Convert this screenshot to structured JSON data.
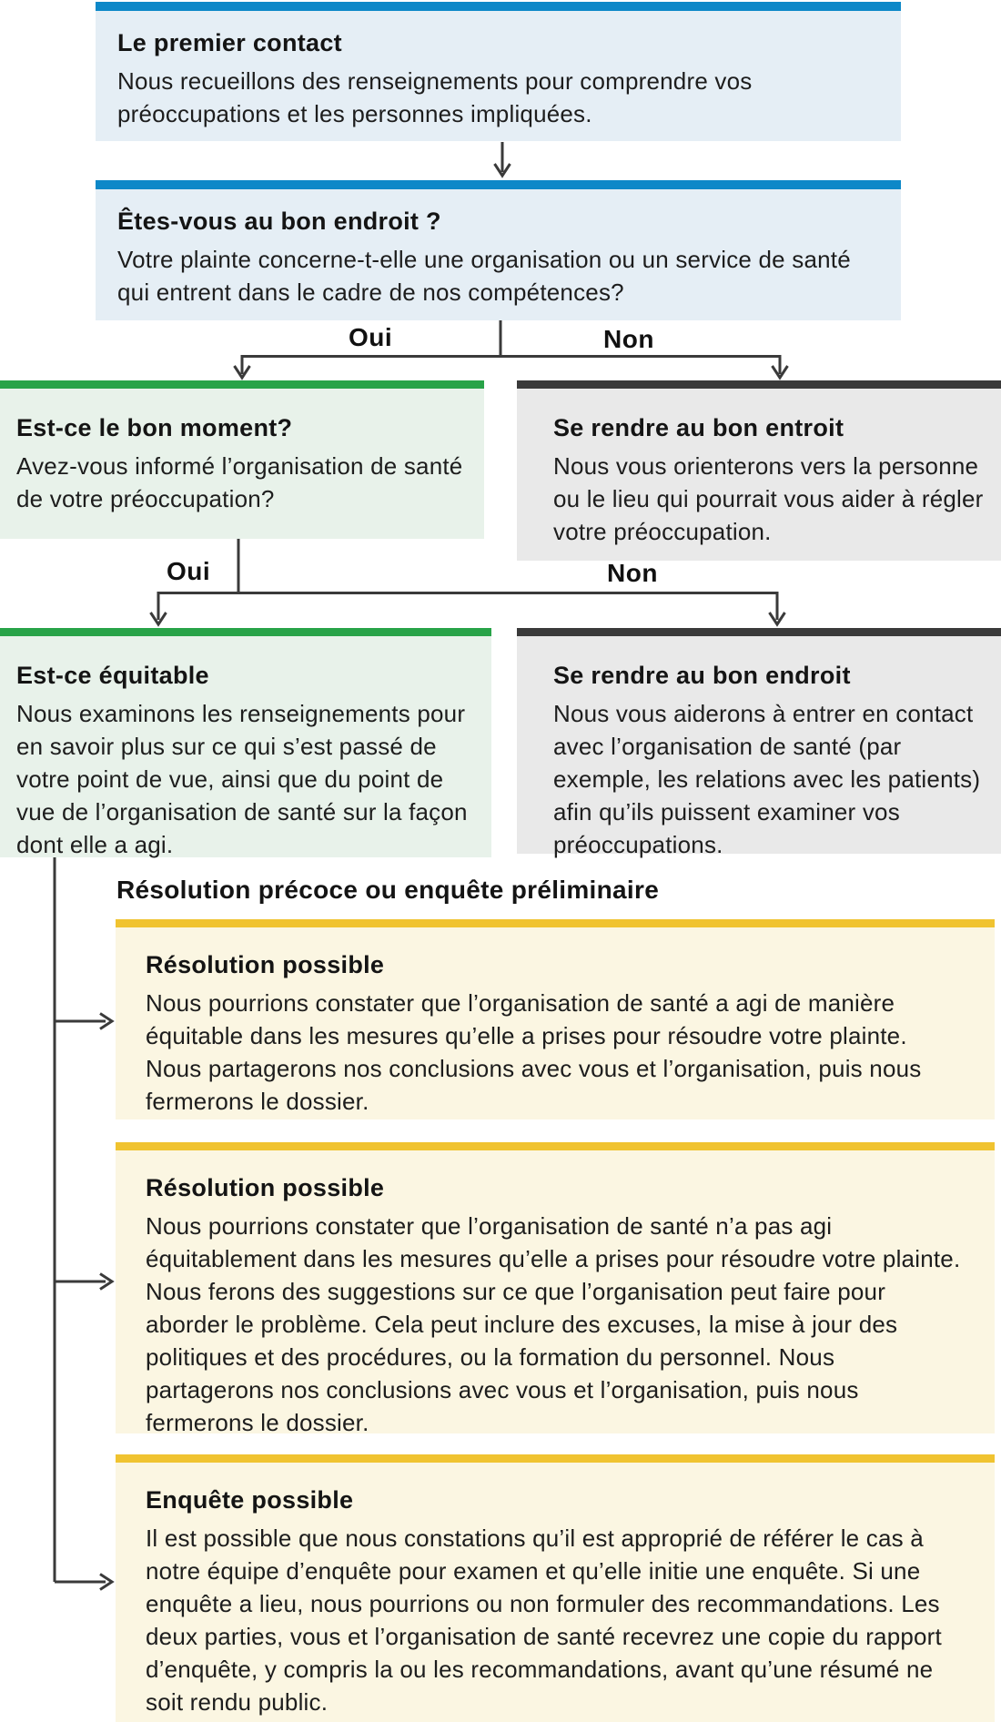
{
  "colors": {
    "blue": "#0d88c8",
    "blue_bg": "#e5eef5",
    "green": "#28a348",
    "green_bg": "#e8f2ea",
    "dark": "#3a3a3a",
    "gray_bg": "#e9e9e9",
    "yellow": "#f0c330",
    "yellow_bg": "#fbf6e2",
    "line": "#3a3a3a",
    "text": "#1d1d1d"
  },
  "flow": {
    "first_contact": {
      "title": "Le premier contact",
      "body": "Nous recueillons des renseignements pour comprendre vos préoccupations et les personnes impliquées."
    },
    "right_place_question": {
      "title": "Êtes-vous au bon endroit ?",
      "body": "Votre plainte concerne-t-elle une organisation ou un service de santé qui entrent dans le cadre de nos compétences?"
    },
    "branch1": {
      "yes": "Oui",
      "no": "Non"
    },
    "right_time": {
      "title": "Est-ce le bon moment?",
      "body": "Avez-vous informé l’organisation de santé de votre préoccupation?"
    },
    "go_right_place_1": {
      "title": "Se rendre au bon entroit",
      "body": "Nous vous orienterons vers la personne ou le lieu qui pourrait vous aider à régler votre préoccupation."
    },
    "branch2": {
      "yes": "Oui",
      "no": "Non"
    },
    "is_it_fair": {
      "title": "Est-ce équitable",
      "body": "Nous examinons les renseignements pour en savoir plus sur ce qui s’est passé de votre point de vue, ainsi que du point de vue de l’organisation de santé sur la façon dont elle a agi."
    },
    "go_right_place_2": {
      "title": "Se rendre au bon endroit",
      "body": "Nous vous aiderons à entrer en contact avec l’organisation de santé (par exemple, les relations avec les patients) afin qu’ils puissent examiner vos préoccupations."
    },
    "section_heading": "Résolution précoce ou enquête préliminaire",
    "outcomes": [
      {
        "title": "Résolution possible",
        "body": "Nous pourrions constater que l’organisation de santé a agi de manière équitable dans les mesures qu’elle a prises pour résoudre votre plainte. Nous partagerons nos conclusions avec vous et l’organisation, puis nous fermerons le dossier."
      },
      {
        "title": "Résolution possible",
        "body": "Nous pourrions constater que l’organisation de santé n’a pas agi équitablement dans les mesures qu’elle a prises pour résoudre votre plainte. Nous ferons des suggestions sur ce que l’organisation peut faire pour aborder le problème. Cela peut inclure des excuses, la mise à jour des politiques et des procédures, ou la formation du personnel. Nous partagerons nos conclusions avec vous et l’organisation, puis nous fermerons le dossier."
      },
      {
        "title": "Enquête possible",
        "body": "Il est possible que nous constations qu’il est approprié de référer le cas à notre équipe d’enquête pour examen et qu’elle initie une enquête. Si une enquête a lieu, nous pourrions ou non formuler des recommandations. Les deux parties, vous et l’organisation de santé recevrez une copie du rapport d’enquête, y compris la ou les recommandations, avant qu’une résumé ne soit rendu public."
      }
    ]
  }
}
